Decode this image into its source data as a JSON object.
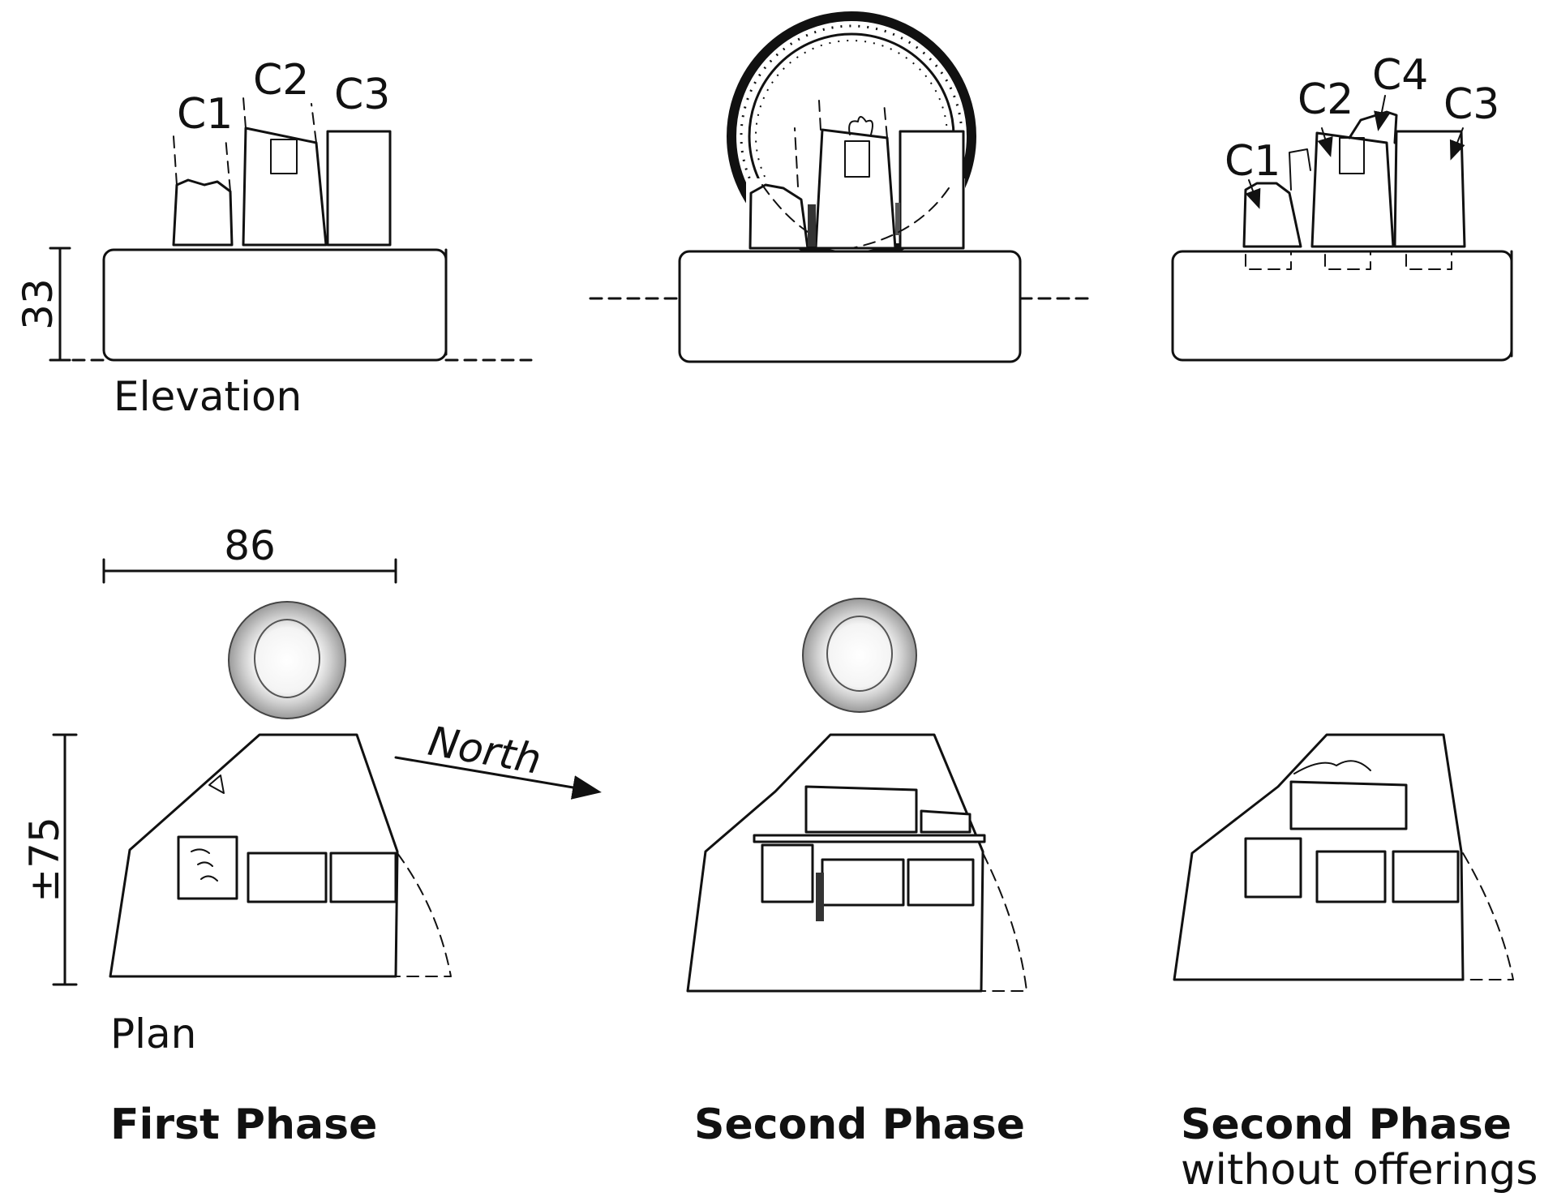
{
  "labels": {
    "c1": "C1",
    "c2": "C2",
    "c3": "C3",
    "c4": "C4",
    "height": "33",
    "width": "86",
    "depth": "±75",
    "north": "North",
    "elevation": "Elevation",
    "plan": "Plan"
  },
  "phases": [
    {
      "title": "First Phase",
      "subtitle": ""
    },
    {
      "title": "Second Phase",
      "subtitle": ""
    },
    {
      "title": "Second Phase",
      "subtitle": "without offerings"
    }
  ],
  "colors": {
    "ink": "#111111",
    "background": "#ffffff"
  }
}
